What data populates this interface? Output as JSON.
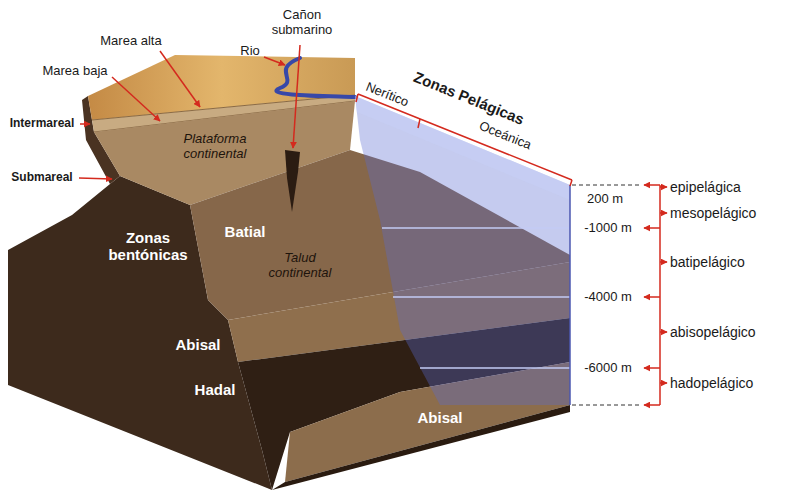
{
  "diagram": {
    "labels": [
      "Cañon submarino",
      "Marea alta",
      "Rio",
      "Marea baja",
      "Zonas Pelágicas",
      "Nerítico",
      "Oceánica",
      "Intermareal",
      "Plataforma continental",
      "Submareal",
      "epipelágica",
      "200 m",
      "mesopelágico",
      "Batial",
      "-1000 m",
      "Zonas bentónicas",
      "Talud continental",
      "batipelágico",
      "-4000 m",
      "Abisal",
      "abisopelágico",
      "-6000 m",
      "Hadal",
      "Abisal",
      "hadopelágico"
    ]
  }
}
